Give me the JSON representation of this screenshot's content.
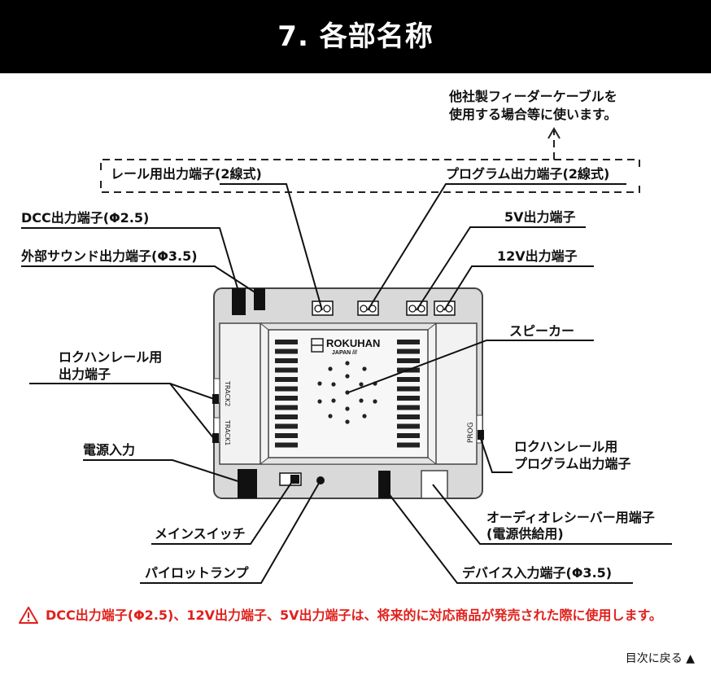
{
  "header": {
    "title": "7. 各部名称"
  },
  "note_feeder": {
    "line1": "他社製フィーダーケーブルを",
    "line2": "使用する場合等に使います。"
  },
  "labels": {
    "rail_out": "レール用出力端子(2線式)",
    "prog_out": "プログラム出力端子(2線式)",
    "dcc_out": "DCC出力端子(Φ2.5)",
    "v5_out": "5V出力端子",
    "sound_out": "外部サウンド出力端子(Φ3.5)",
    "v12_out": "12V出力端子",
    "rokuhan_rail_1": "ロクハンレール用",
    "rokuhan_rail_2": "出力端子",
    "speaker": "スピーカー",
    "prog_rail_1": "ロクハンレール用",
    "prog_rail_2": "プログラム出力端子",
    "power_in": "電源入力",
    "audio_1": "オーディオレシーバー用端子",
    "audio_2": "(電源供給用)",
    "main_switch": "メインスイッチ",
    "pilot_lamp": "パイロットランプ",
    "device_in": "デバイス入力端子(Φ3.5)"
  },
  "device": {
    "brand": "ROKUHAN",
    "brand_sub": "JAPAN ///",
    "track2": "TRACK2",
    "track1": "TRACK1",
    "prog": "PROG"
  },
  "warning": {
    "text": "DCC出力端子(Φ2.5)、12V出力端子、5V出力端子は、将来的に対応商品が発売された際に使用します。"
  },
  "nav": {
    "back": "目次に戻る ▲"
  },
  "colors": {
    "warning": "#e0201c",
    "device_body": "#d9d9d9",
    "device_line": "#444444"
  }
}
